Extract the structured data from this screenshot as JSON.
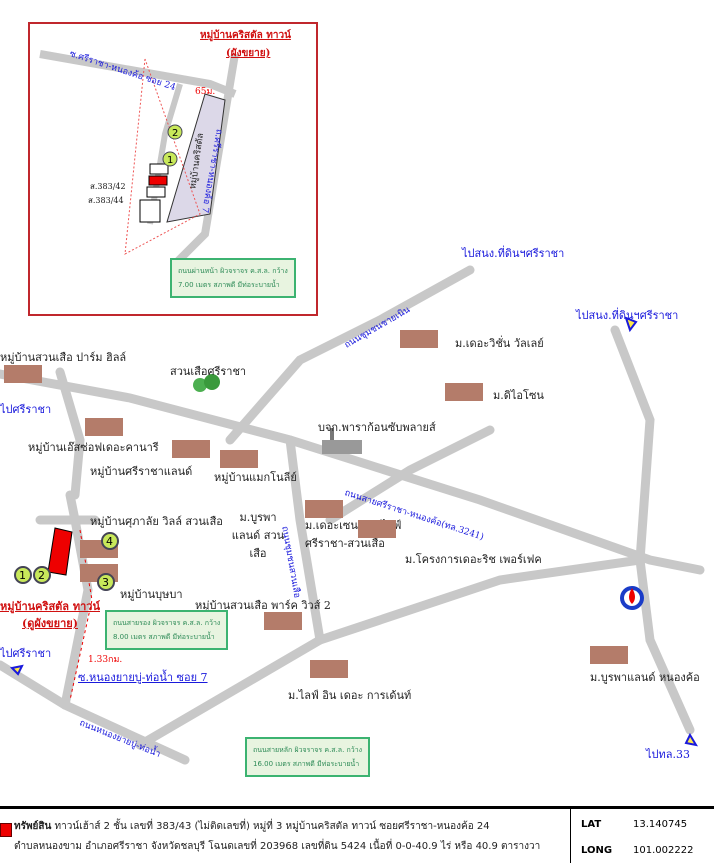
{
  "inset": {
    "title": "หมู่บ้านคริสตัล ทาวน์",
    "subtitle": "(ผังขยาย)",
    "road_top": "ซ.ศรีราชา-หนองค้อ ซอย 24",
    "road_side": "ถ.ศรีราชา-หนองค้อ 7",
    "project": "หมู่บ้านคริสตัล",
    "distance": "65ม.",
    "plot_a": "ส.383/42",
    "plot_b": "ส.383/44",
    "note": [
      "ถนนผ่านหน้า ผิวจราจร ค.ส.ล. กว้าง",
      "7.00 เมตร สภาพดี มีท่อระบายน้ำ"
    ]
  },
  "labels": {
    "to_land_office_1": "ไปสนง.ที่ดินฯศรีราชา",
    "to_land_office_2": "ไปสนง.ที่ดินฯศรีราชา",
    "chumchon_road": "ถนนชุมชนชายเนิน",
    "suanseua_palm": "หมู่บ้านสวนเสือ ปาร์ม ฮิลล์",
    "suanseua_sriracha": "สวนเสือศรีราชา",
    "to_sriracha_1": "ไปศรีราชา",
    "to_sriracha_2": "ไปศรีราชา",
    "the_vision": "ม.เดอะวิชั่น วัลเลย์",
    "di_o_zone": "ม.ดิไอโซน",
    "company": "บจก.พาราก้อนซับพลายส์",
    "esso_karanri": "หมู่บ้านเอ๊สซ่อฟเดอะคานารี",
    "sriracha_land": "หมู่บ้านศรีราชาแลนด์",
    "magnolia": "หมู่บ้านแมกโนลีย์",
    "main_road": "ถนนสายศรีราชา-หนองค้อ(ทล.3241)",
    "burapha_suanseua": "ม.บูรพาแลนด์ สวนเสือ",
    "central_life": "ม.เดอะเซนทรัล ไลฟ์ ศรีราชา-สวนเสือ",
    "suanseua_road": "ถนนชุมชนสวนเสือ",
    "perfect": "ม.โครงการเดอะริช เพอร์เฟค",
    "supalai": "หมู่บ้านศุภาลัย วิลล์ สวนเสือ",
    "budsaba": "หมู่บ้านบุษบา",
    "suanseua_park2": "หมู่บ้านสวนเสือ พาร์ค วิวส์ 2",
    "crystal": "หมู่บ้านคริสตัล ทาวน์",
    "crystal_sub": "(ดูผังขยาย)",
    "distance": "1.33กม.",
    "soi7": "ซ.หนองยายบู่-ท่อน้ำ ซอย 7",
    "life_in": "ม.ไลฟ์ อิน เดอะ การเด้นท์",
    "burapha_nongkho": "ม.บูรพาแลนด์ หนองค้อ",
    "nongyaibu_road": "ถนนหนองยายบู่-ท่อน้ำ",
    "to_33": "ไปทล.33"
  },
  "notes": {
    "secondary": [
      "ถนนสายรอง ผิวจราจร ค.ส.ล. กว้าง",
      "8.00 เมตร สภาพดี มีท่อระบายน้ำ"
    ],
    "main": [
      "ถนนสายหลัก ผิวจราจร ค.ส.ล. กว้าง",
      "16.00 เมตร สภาพดี มีท่อระบายน้ำ"
    ]
  },
  "markers": [
    "1",
    "2",
    "3",
    "4"
  ],
  "footer": {
    "asset_label": "ทรัพย์สิน",
    "line1": "ทาวน์เฮ้าส์ 2 ชั้น เลขที่ 383/43 (ไม่ติดเลขที่) หมู่ที่ 3 หมู่บ้านคริสตัล ทาวน์ ซอยศรีราชา-หนองค้อ 24",
    "line2": "ตำบลหนองขาม อำเภอศรีราชา จังหวัดชลบุรี โฉนดเลขที่ 203968 เลขที่ดิน 5424 เนื้อที่ 0-0-40.9 ไร่ หรือ 40.9 ตารางวา",
    "lat_label": "LAT",
    "lat": "13.140745",
    "long_label": "LONG",
    "long": "101.002222"
  },
  "colors": {
    "road": "#c8c8c8",
    "accent_red": "#e00000",
    "blue": "#1a1adc",
    "green": "#3cb371"
  }
}
